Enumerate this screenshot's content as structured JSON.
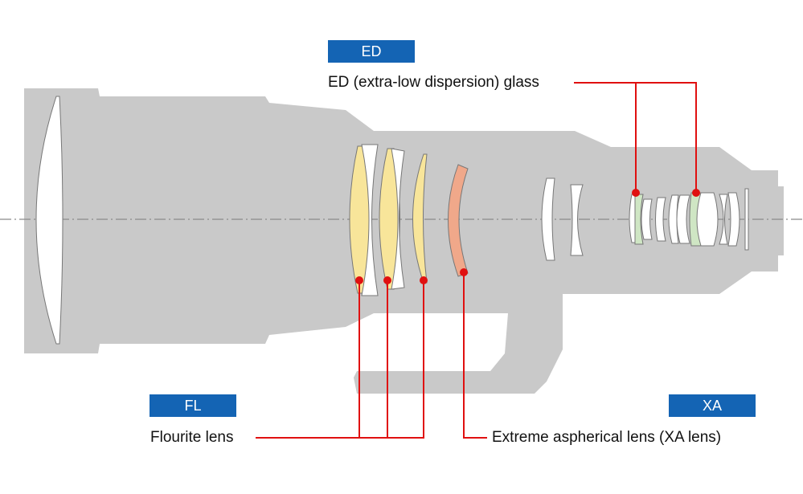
{
  "badges": {
    "ed": "ED",
    "fl": "FL",
    "xa": "XA"
  },
  "labels": {
    "ed": "ED (extra-low dispersion) glass",
    "fl": "Flourite lens",
    "xa": "Extreme aspherical lens (XA lens)"
  },
  "colors": {
    "badge": "#1464b4",
    "body": "#c9c9c9",
    "leader": "#e01010",
    "fluorite": "#f8e59a",
    "xa_lens": "#f0a88a",
    "ed_glass": "#cfe6c4",
    "plain_glass": "#ffffff"
  }
}
